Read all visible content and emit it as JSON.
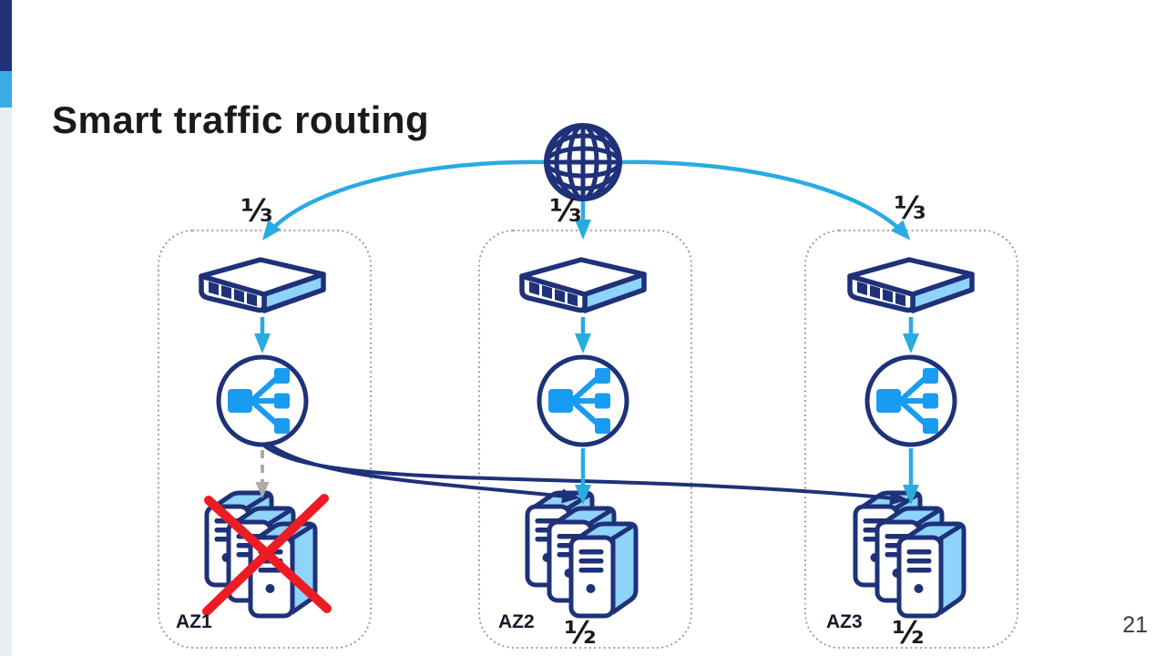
{
  "slide": {
    "title": "Smart traffic routing",
    "page_number": "21"
  },
  "colors": {
    "navy": "#1E3179",
    "light_blue": "#29ABE2",
    "pale_blue": "#8ED3F9",
    "lb_blue": "#189CF2",
    "red": "#ED1C24",
    "bar_blue": "#38ABE8",
    "bar_gray": "#E9EEF4",
    "dot_border": "#909090",
    "dash_gray": "#ABABAB",
    "title_color": "#1A1A1A",
    "page_color": "#3A3A3A",
    "label_color": "#15182A",
    "fraction_color": "#1A1A1A"
  },
  "icons": {
    "internet": "globe-icon",
    "router": "network-switch-icon",
    "load_balancer": "load-balancer-icon",
    "servers": "server-stack-icon",
    "failure": "red-cross-icon"
  },
  "diagram": {
    "zones": [
      {
        "label": "AZ1",
        "inbound_share": "⅓",
        "status": "failed",
        "rebalanced_share": ""
      },
      {
        "label": "AZ2",
        "inbound_share": "⅓",
        "status": "healthy",
        "rebalanced_share": "½"
      },
      {
        "label": "AZ3",
        "inbound_share": "⅓",
        "status": "healthy",
        "rebalanced_share": "½"
      }
    ]
  }
}
